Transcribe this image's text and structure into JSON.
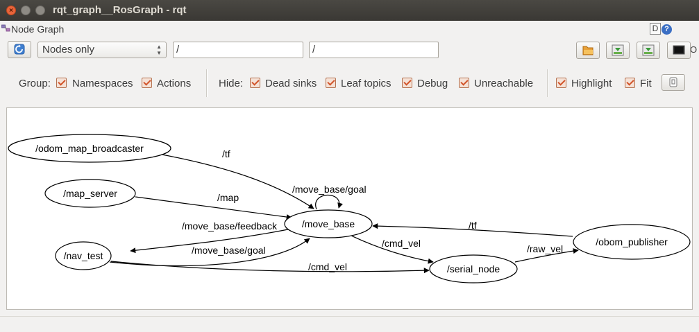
{
  "window": {
    "title": "rqt_graph__RosGraph - rqt"
  },
  "plugin": {
    "title": "Node Graph",
    "help_d": "D",
    "help_q": "?",
    "dash": "-",
    "close": "O"
  },
  "toolbar": {
    "graph_mode": "Nodes only",
    "ns_filter": "/",
    "topic_filter": "/"
  },
  "options": {
    "group_label": "Group:",
    "namespaces": "Namespaces",
    "actions": "Actions",
    "hide_label": "Hide:",
    "dead_sinks": "Dead sinks",
    "leaf_topics": "Leaf topics",
    "debug": "Debug",
    "unreachable": "Unreachable",
    "highlight": "Highlight",
    "fit": "Fit"
  },
  "graph": {
    "nodes": {
      "odom_map_broadcaster": "/odom_map_broadcaster",
      "map_server": "/map_server",
      "nav_test": "/nav_test",
      "move_base": "/move_base",
      "serial_node": "/serial_node",
      "obom_publisher": "/obom_publisher"
    },
    "edges": {
      "tf_top": "/tf",
      "map": "/map",
      "move_base_goal_loop": "/move_base/goal",
      "move_base_feedback": "/move_base/feedback",
      "move_base_goal": "/move_base/goal",
      "cmd_vel_1": "/cmd_vel",
      "cmd_vel_2": "/cmd_vel",
      "tf_right": "/tf",
      "raw_vel": "/raw_vel"
    }
  },
  "colors": {
    "titlebar": "#3c3b37",
    "checkbox": "#d2542a",
    "close_button": "#e9653b"
  }
}
